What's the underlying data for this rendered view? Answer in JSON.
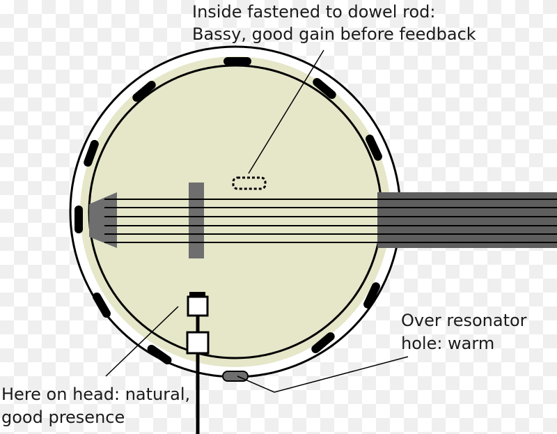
{
  "labels": {
    "inside_line1": "Inside fastened to dowel rod:",
    "inside_line2": "Bassy, good gain before feedback",
    "resonator_line1": "Over resonator",
    "resonator_line2": "hole: warm",
    "head_line1": "Here on head: natural,",
    "head_line2": "good presence"
  },
  "colors": {
    "head_fill": "#e6e6c9",
    "outline": "#000000",
    "bracket": "#000000",
    "bridge": "#6e6e6e",
    "tailpiece": "#6e6e6e",
    "neck": "#5e5e5e",
    "string": "#000000",
    "pickup_box": "#ffffff"
  },
  "icons": {
    "inside_pickup": "dashed-pickup-icon",
    "resonator_pickup": "resonator-pickup-icon",
    "head_pickup": "head-pickup-icon"
  }
}
